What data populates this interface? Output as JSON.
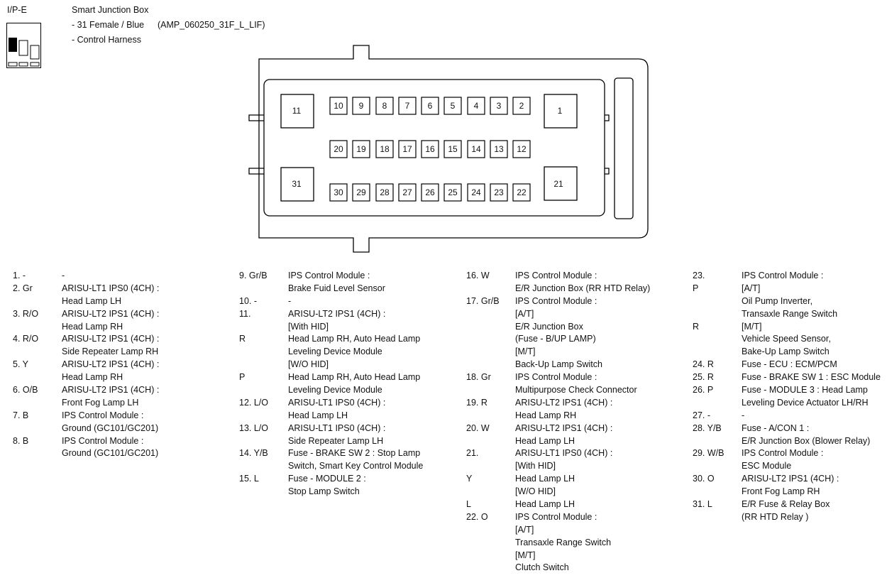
{
  "header": {
    "code": "I/P-E",
    "title": "Smart Junction Box",
    "sub1": "- 31 Female / Blue",
    "part": "(AMP_060250_31F_L_LIF)",
    "sub2": "- Control Harness"
  },
  "pins": {
    "p1": "1",
    "p2": "2",
    "p3": "3",
    "p4": "4",
    "p5": "5",
    "p6": "6",
    "p7": "7",
    "p8": "8",
    "p9": "9",
    "p10": "10",
    "p11": "11",
    "p12": "12",
    "p13": "13",
    "p14": "14",
    "p15": "15",
    "p16": "16",
    "p17": "17",
    "p18": "18",
    "p19": "19",
    "p20": "20",
    "p21": "21",
    "p22": "22",
    "p23": "23",
    "p24": "24",
    "p25": "25",
    "p26": "26",
    "p27": "27",
    "p28": "28",
    "p29": "29",
    "p30": "30",
    "p31": "31"
  },
  "columns": [
    [
      [
        "1. -",
        "-"
      ],
      [
        "2. Gr",
        "ARISU-LT1 IPS0 (4CH) :"
      ],
      [
        "",
        "Head Lamp LH"
      ],
      [
        "3. R/O",
        "ARISU-LT2 IPS1 (4CH) :"
      ],
      [
        "",
        "Head Lamp RH"
      ],
      [
        "4. R/O",
        "ARISU-LT2 IPS1 (4CH) :"
      ],
      [
        "",
        "Side Repeater Lamp RH"
      ],
      [
        "5. Y",
        "ARISU-LT2 IPS1 (4CH) :"
      ],
      [
        "",
        "Head Lamp RH"
      ],
      [
        "6. O/B",
        "ARISU-LT2 IPS1 (4CH) :"
      ],
      [
        "",
        "Front Fog Lamp LH"
      ],
      [
        "7. B",
        "IPS Control Module :"
      ],
      [
        "",
        "Ground (GC101/GC201)"
      ],
      [
        "8. B",
        "IPS Control Module :"
      ],
      [
        "",
        "Ground (GC101/GC201)"
      ]
    ],
    [
      [
        "9. Gr/B",
        "IPS Control Module :"
      ],
      [
        "",
        "Brake Fuid Level Sensor"
      ],
      [
        "10. -",
        "-"
      ],
      [
        "11.",
        "ARISU-LT2 IPS1 (4CH) :"
      ],
      [
        "",
        "[With HID]"
      ],
      [
        "R",
        "Head Lamp RH, Auto Head Lamp"
      ],
      [
        "",
        "Leveling Device Module"
      ],
      [
        "",
        "[W/O HID]"
      ],
      [
        " P",
        "Head Lamp RH, Auto Head Lamp"
      ],
      [
        "",
        "Leveling Device Module"
      ],
      [
        "12. L/O",
        "ARISU-LT1 IPS0 (4CH) :"
      ],
      [
        "",
        "Head Lamp LH"
      ],
      [
        "13. L/O",
        "ARISU-LT1 IPS0 (4CH) :"
      ],
      [
        "",
        "Side Repeater Lamp LH"
      ],
      [
        "14. Y/B",
        "Fuse - BRAKE SW 2 : Stop Lamp"
      ],
      [
        "",
        "Switch, Smart Key Control Module"
      ],
      [
        "15. L",
        "Fuse - MODULE 2 :"
      ],
      [
        "",
        "Stop Lamp Switch"
      ]
    ],
    [
      [
        "16. W",
        "IPS Control Module :"
      ],
      [
        "",
        "E/R Junction Box (RR HTD Relay)"
      ],
      [
        "17. Gr/B",
        "IPS Control Module :"
      ],
      [
        "",
        "[A/T]"
      ],
      [
        "",
        "E/R Junction Box"
      ],
      [
        "",
        "(Fuse - B/UP LAMP)"
      ],
      [
        "",
        "[M/T]"
      ],
      [
        "",
        "Back-Up Lamp Switch"
      ],
      [
        "18. Gr",
        "IPS Control Module :"
      ],
      [
        "",
        "Multipurpose Check Connector"
      ],
      [
        "19. R",
        "ARISU-LT2 IPS1 (4CH) :"
      ],
      [
        "",
        "Head Lamp RH"
      ],
      [
        "20. W",
        "ARISU-LT2 IPS1 (4CH) :"
      ],
      [
        "",
        "Head Lamp LH"
      ],
      [
        "21.",
        "ARISU-LT1 IPS0 (4CH) :"
      ],
      [
        "",
        "[With HID]"
      ],
      [
        "Y",
        "Head Lamp LH"
      ],
      [
        "",
        "[W/O HID]"
      ],
      [
        " L",
        "Head Lamp LH"
      ],
      [
        "22. O",
        "IPS Control Module :"
      ],
      [
        "",
        "[A/T]"
      ],
      [
        "",
        "Transaxle Range Switch"
      ],
      [
        "",
        "[M/T]"
      ],
      [
        "",
        "Clutch Switch"
      ]
    ],
    [
      [
        "23.",
        "IPS Control Module :"
      ],
      [
        "P",
        "[A/T]"
      ],
      [
        "",
        "Oil Pump Inverter,"
      ],
      [
        "",
        "Transaxle Range Switch"
      ],
      [
        " R",
        "[M/T]"
      ],
      [
        "",
        "Vehicle Speed Sensor,"
      ],
      [
        "",
        "Bake-Up Lamp Switch"
      ],
      [
        "24. R",
        "Fuse - ECU : ECM/PCM"
      ],
      [
        "25. R",
        "Fuse - BRAKE SW 1 : ESC Module"
      ],
      [
        "26. P",
        "Fuse - MODULE 3 : Head Lamp"
      ],
      [
        "",
        "Leveling Device Actuator LH/RH"
      ],
      [
        "27. -",
        "-"
      ],
      [
        "28. Y/B",
        "Fuse - A/CON 1 :"
      ],
      [
        "",
        "E/R Junction Box (Blower Relay)"
      ],
      [
        "29. W/B",
        "IPS Control Module :"
      ],
      [
        "",
        "ESC Module"
      ],
      [
        "30. O",
        "ARISU-LT2 IPS1 (4CH) :"
      ],
      [
        "",
        "Front Fog Lamp RH"
      ],
      [
        "31. L",
        "E/R Fuse & Relay Box"
      ],
      [
        "",
        "(RR HTD Relay    )"
      ]
    ]
  ]
}
